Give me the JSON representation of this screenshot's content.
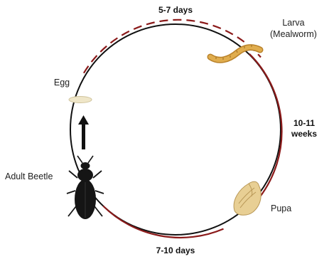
{
  "stages": {
    "egg": "Egg",
    "larva_line1": "Larva",
    "larva_line2": "(Mealworm)",
    "pupa": "Pupa",
    "adult": "Adult Beetle"
  },
  "durations": {
    "egg_to_larva": "5-7 days",
    "larva_to_pupa_line1": "10-11",
    "larva_to_pupa_line2": "weeks",
    "pupa_to_adult": "7-10 days"
  },
  "colors": {
    "cycle_ring": "#111111",
    "duration_arc": "#8b1a1a",
    "egg": "#efe6c8",
    "larva": "#d9a441",
    "pupa": "#e8cf94",
    "beetle": "#151515"
  }
}
